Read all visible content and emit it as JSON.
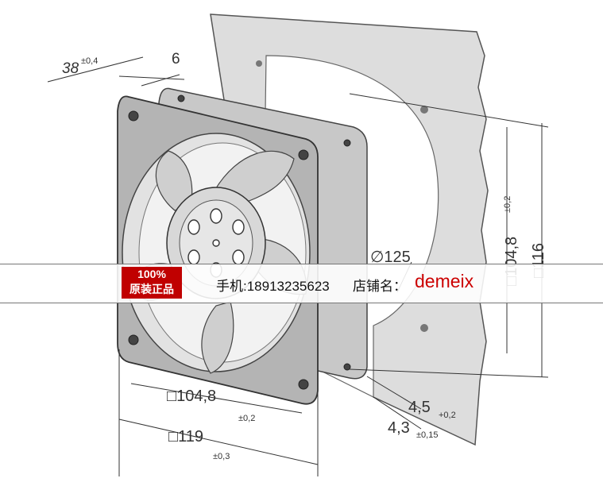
{
  "drawing": {
    "dim_depth": "38",
    "dim_depth_tol": "±0,4",
    "dim_offset": "6",
    "dim_diameter": "∅125",
    "dim_hole_spacing_v": "□104,8",
    "dim_hole_spacing_v_tol": "±0,2",
    "dim_frame_v": "□116",
    "dim_hole_spacing_h": "□104,8",
    "dim_hole_spacing_h_tol": "±0,2",
    "dim_frame_h": "□119",
    "dim_frame_h_tol": "±0,3",
    "dim_hole_a": "4,5",
    "dim_hole_a_tol": "+0,2",
    "dim_hole_b": "4,3",
    "dim_hole_b_tol": "±0,15"
  },
  "overlay": {
    "badge_line1": "100%",
    "badge_line2": "原装正品",
    "phone": "手机:18913235623",
    "shop_label": "店铺名：",
    "shop_name": "demeix"
  },
  "colors": {
    "badge": "#c00000",
    "shop_name": "#cc0000",
    "panel": "#dcdcdc",
    "fan_frame": "#b4b4b4"
  }
}
